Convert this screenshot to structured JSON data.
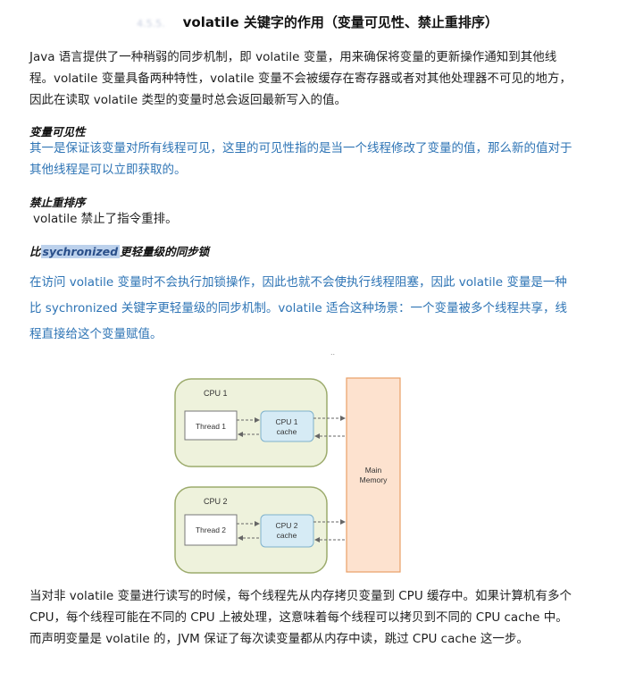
{
  "title": {
    "section": "4.5.5.",
    "text": "volatile 关键字的作用（变量可见性、禁止重排序）"
  },
  "intro": "Java 语言提供了一种稍弱的同步机制，即 volatile 变量，用来确保将变量的更新操作通知到其他线程。volatile 变量具备两种特性，volatile 变量不会被缓存在寄存器或者对其他处理器不可见的地方，因此在读取 volatile 类型的变量时总会返回最新写入的值。",
  "visibility": {
    "heading": "变量可见性",
    "body": "其一是保证该变量对所有线程可见，这里的可见性指的是当一个线程修改了变量的值，那么新的值对于其他线程是可以立即获取的。"
  },
  "reorder": {
    "heading": "禁止重排序",
    "body": "volatile 禁止了指令重排。"
  },
  "lightweight": {
    "heading_prefix": "比",
    "heading_highlight": "sychronized",
    "heading_suffix": "更轻量级的同步锁",
    "body": "在访问 volatile 变量时不会执行加锁操作，因此也就不会使执行线程阻塞，因此 volatile 变量是一种比 sychronized 关键字更轻量级的同步机制。volatile 适合这种场景：一个变量被多个线程共享，线程直接给这个变量赋值。"
  },
  "diagram_caption_mark": "..",
  "diagram": {
    "cpu1_label": "CPU 1",
    "thread1_label": "Thread 1",
    "cache1_line1": "CPU 1",
    "cache1_line2": "cache",
    "cpu2_label": "CPU 2",
    "thread2_label": "Thread 2",
    "cache2_line1": "CPU 2",
    "cache2_line2": "cache",
    "memory_line1": "Main",
    "memory_line2": "Memory",
    "colors": {
      "cpu_fill": "#eef2dc",
      "cpu_stroke": "#9cab6c",
      "cache_fill": "#d6ebf5",
      "cache_stroke": "#7fb2cc",
      "memory_fill": "#fde2cf",
      "memory_stroke": "#e9a067"
    }
  },
  "closing": "当对非 volatile 变量进行读写的时候，每个线程先从内存拷贝变量到 CPU 缓存中。如果计算机有多个 CPU，每个线程可能在不同的 CPU 上被处理，这意味着每个线程可以拷贝到不同的 CPU cache 中。而声明变量是 volatile 的，JVM 保证了每次读变量都从内存中读，跳过 CPU cache 这一步。"
}
